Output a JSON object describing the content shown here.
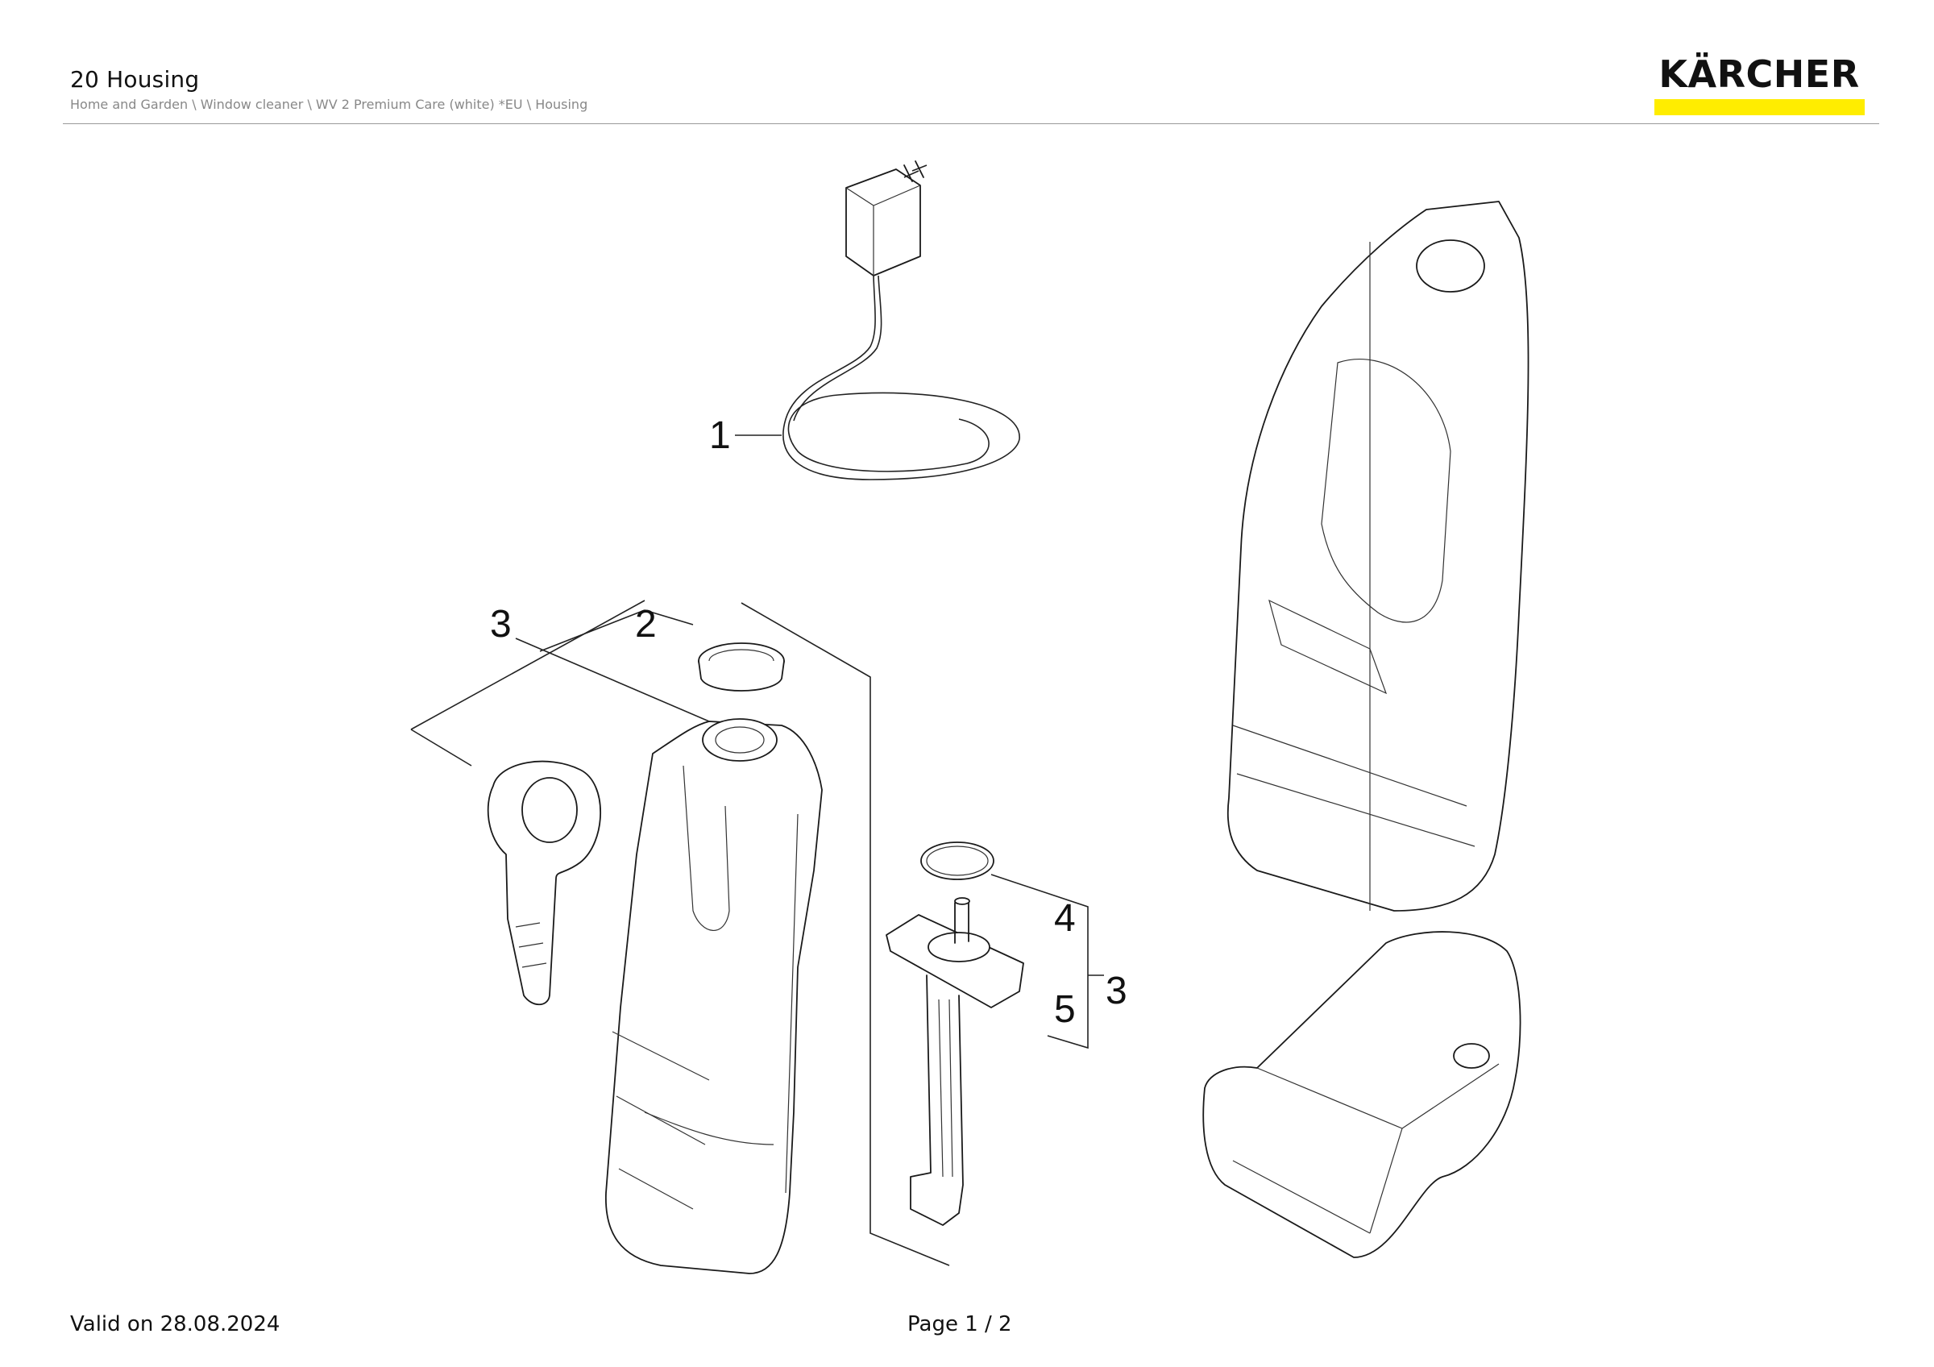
{
  "header": {
    "title": "20 Housing",
    "breadcrumb": "Home and Garden \\ Window cleaner \\ WV 2 Premium Care (white) *EU \\ Housing"
  },
  "brand": {
    "logo_text": "KÄRCHER",
    "accent_color": "#ffed00"
  },
  "diagram": {
    "callouts": [
      "1",
      "2",
      "3",
      "3",
      "4",
      "5"
    ]
  },
  "footer": {
    "valid": "Valid on 28.08.2024",
    "page": "Page 1 / 2"
  }
}
